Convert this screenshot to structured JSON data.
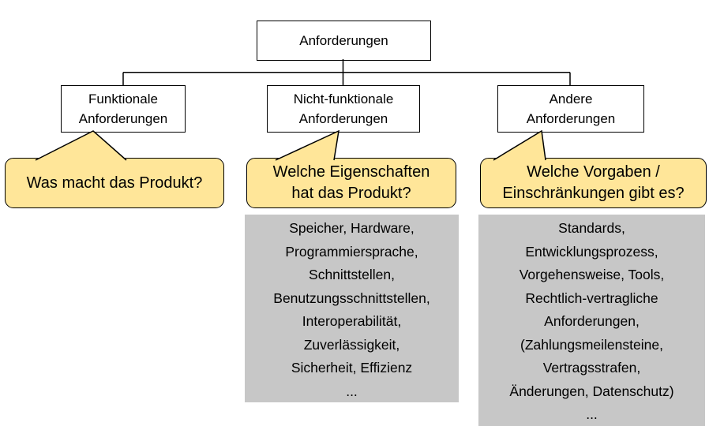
{
  "root_node": {
    "label": "Anforderungen"
  },
  "branches": [
    {
      "node": "Funktionale\nAnforderungen",
      "question": "Was macht das Produkt?"
    },
    {
      "node": "Nicht-funktionale\nAnforderungen",
      "question": "Welche Eigenschaften\nhat das Produkt?",
      "examples": [
        "Speicher, Hardware,",
        "Programmiersprache,",
        "Schnittstellen,",
        "Benutzungsschnittstellen,",
        "Interoperabilität,",
        "Zuverlässigkeit,",
        "Sicherheit, Effizienz",
        "..."
      ]
    },
    {
      "node": "Andere\nAnforderungen",
      "question": "Welche Vorgaben /\nEinschränkungen gibt es?",
      "examples": [
        "Standards,",
        "Entwicklungsprozess,",
        "Vorgehensweise, Tools,",
        "Rechtlich-vertragliche",
        "Anforderungen,",
        "(Zahlungsmeilensteine,",
        "Vertragsstrafen,",
        "Änderungen, Datenschutz)",
        "..."
      ]
    }
  ],
  "colors": {
    "callout_fill": "#FFE699",
    "examples_fill": "#C7C7C7",
    "node_fill": "#FFFFFF",
    "line": "#000000",
    "text": "#000000"
  }
}
